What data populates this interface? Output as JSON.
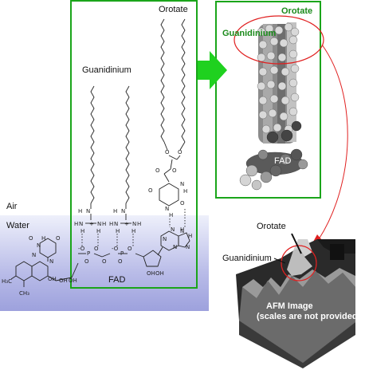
{
  "labels": {
    "air": "Air",
    "water": "Water",
    "guanidinium_left": "Guanidinium",
    "orotate_top": "Orotate",
    "fad_left": "FAD",
    "orotate_model": "Orotate",
    "guanidinium_model": "Guanidinium",
    "fad_model": "FAD",
    "orotate_afm": "Orotate",
    "guanidinium_afm": "Guanidinium",
    "afm_title": "AFM Image",
    "afm_note": "(scales are not provided)"
  },
  "colors": {
    "frame_green": "#1aa51a",
    "arrow_green": "#1fd11f",
    "highlight_red": "#e02020",
    "water_top": "#eef0fb",
    "water_bottom": "#9da1dd"
  }
}
